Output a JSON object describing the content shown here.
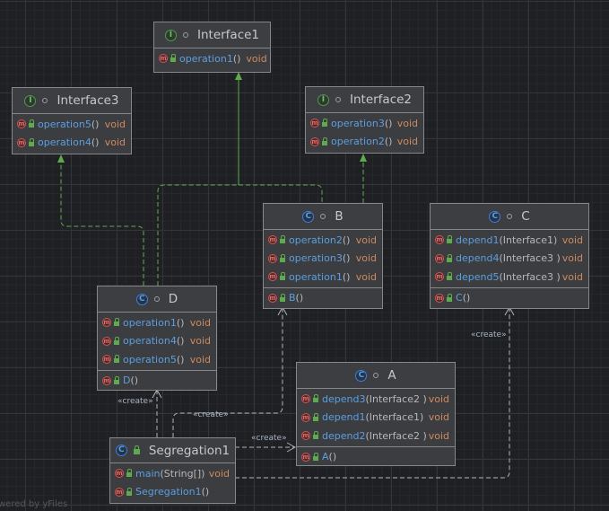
{
  "diagram": {
    "watermark": "wered by yFiles",
    "colors": {
      "background": "#1f2023",
      "node_fill": "#3b3d41",
      "node_border": "#85878b",
      "method_name": "#5b9fe0",
      "return_type": "#cf8a5e",
      "realization_edge": "#5faa4c",
      "dependency_edge": "#b0b2b6"
    },
    "nodes": {
      "interface1": {
        "kind": "interface",
        "kind_glyph": "I",
        "name": "Interface1",
        "methods": [
          {
            "name": "operation1",
            "params": "()",
            "type": "void"
          }
        ]
      },
      "interface3": {
        "kind": "interface",
        "kind_glyph": "I",
        "name": "Interface3",
        "methods": [
          {
            "name": "operation5",
            "params": "()",
            "type": "void"
          },
          {
            "name": "operation4",
            "params": "()",
            "type": "void"
          }
        ]
      },
      "interface2": {
        "kind": "interface",
        "kind_glyph": "I",
        "name": "Interface2",
        "methods": [
          {
            "name": "operation3",
            "params": "()",
            "type": "void"
          },
          {
            "name": "operation2",
            "params": "()",
            "type": "void"
          }
        ]
      },
      "b": {
        "kind": "class",
        "kind_glyph": "C",
        "name": "B",
        "methods": [
          {
            "name": "operation2",
            "params": "()",
            "type": "void"
          },
          {
            "name": "operation3",
            "params": "()",
            "type": "void"
          },
          {
            "name": "operation1",
            "params": "()",
            "type": "void"
          }
        ],
        "constructors": [
          {
            "name": "B",
            "params": "()"
          }
        ]
      },
      "c": {
        "kind": "class",
        "kind_glyph": "C",
        "name": "C",
        "methods": [
          {
            "name": "depend1",
            "params": "(Interface1)",
            "type": "void"
          },
          {
            "name": "depend4",
            "params": "(Interface3 )",
            "type": "void"
          },
          {
            "name": "depend5",
            "params": "(Interface3 )",
            "type": "void"
          }
        ],
        "constructors": [
          {
            "name": "C",
            "params": "()"
          }
        ]
      },
      "d": {
        "kind": "class",
        "kind_glyph": "C",
        "name": "D",
        "methods": [
          {
            "name": "operation1",
            "params": "()",
            "type": "void"
          },
          {
            "name": "operation4",
            "params": "()",
            "type": "void"
          },
          {
            "name": "operation5",
            "params": "()",
            "type": "void"
          }
        ],
        "constructors": [
          {
            "name": "D",
            "params": "()"
          }
        ]
      },
      "a": {
        "kind": "class",
        "kind_glyph": "C",
        "name": "A",
        "methods": [
          {
            "name": "depend3",
            "params": "(Interface2 )",
            "type": "void"
          },
          {
            "name": "depend1",
            "params": "(Interface1)",
            "type": "void"
          },
          {
            "name": "depend2",
            "params": "(Interface2 )",
            "type": "void"
          }
        ],
        "constructors": [
          {
            "name": "A",
            "params": "()"
          }
        ]
      },
      "segregation1": {
        "kind": "class",
        "kind_glyph": "C",
        "name": "Segregation1",
        "methods": [
          {
            "name": "main",
            "params": "(String[])",
            "type": "void"
          },
          {
            "name": "Segregation1",
            "params": "()",
            "type": ""
          }
        ]
      }
    },
    "edges": {
      "create_label": "«create»",
      "list": [
        {
          "from": "B",
          "to": "Interface1",
          "type": "realization"
        },
        {
          "from": "D",
          "to": "Interface1",
          "type": "realization"
        },
        {
          "from": "B",
          "to": "Interface2",
          "type": "realization"
        },
        {
          "from": "D",
          "to": "Interface3",
          "type": "realization"
        },
        {
          "from": "Segregation1",
          "to": "D",
          "type": "create"
        },
        {
          "from": "Segregation1",
          "to": "B",
          "type": "create"
        },
        {
          "from": "Segregation1",
          "to": "A",
          "type": "create"
        },
        {
          "from": "Segregation1",
          "to": "C",
          "type": "create"
        }
      ]
    }
  }
}
